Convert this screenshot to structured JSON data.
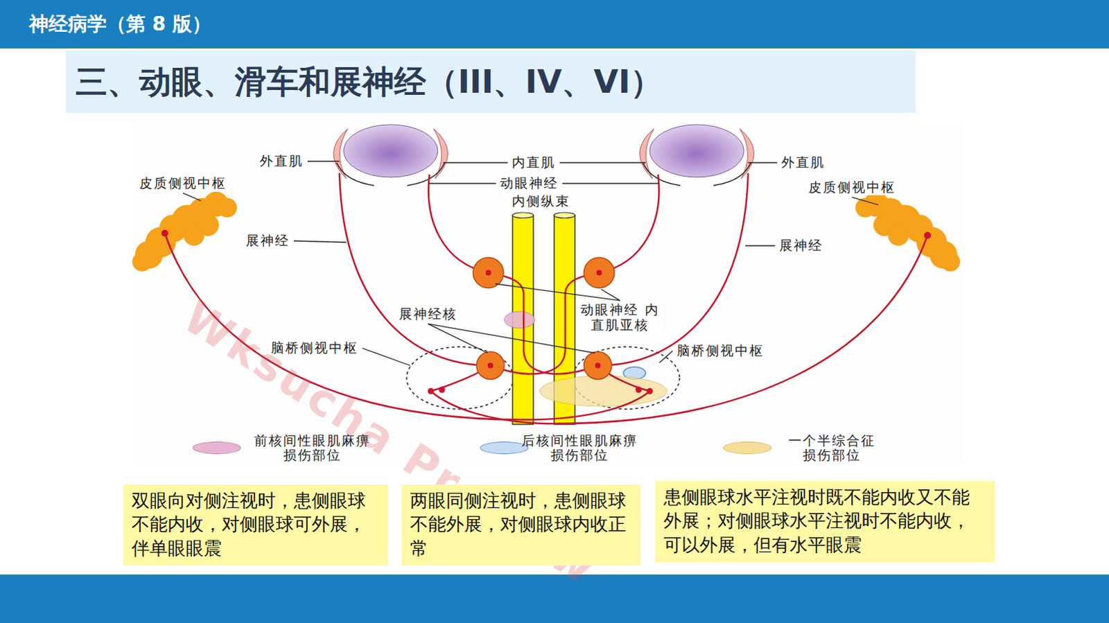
{
  "diagram": {
    "title": "三、动眼、滑车和展神经（III、IV、VI）",
    "nodes": [
      {
        "text": [
          "双眼向对侧注视时，患侧眼球不能内收，对侧眼球可外展，伴单眼眼震"
        ]
      },
      {
        "text": [
          "两眼同侧注视时，患侧眼球不能外展，对侧眼球内收正常"
        ]
      },
      {
        "text": [
          "患侧眼球水平注视时既不能内收又不能外展；对侧眼球水平注视时不能内收，可以外展，但有水平眼震"
        ]
      }
    ],
    "labels": [
      "神经病学（第 8 版）",
      "外直肌",
      "内直肌",
      "外直肌",
      "皮质侧视中枢",
      "动眼神经",
      "皮质侧视中枢",
      "内侧纵束",
      "展神经",
      "展神经",
      "展神经核",
      "动眼神经 内直肌亚核",
      "脑桥侧视中枢",
      "脑桥侧视中枢",
      "Wksucha Preview"
    ],
    "legend": [
      {
        "text": "前核间性眼肌麻痹 损伤部位",
        "color": "#e8b4d4"
      },
      {
        "text": "后核间性眼肌麻痹 损伤部位",
        "color": "#c6dcf2"
      },
      {
        "text": "一个半综合征 损伤部位",
        "color": "#f5df98"
      }
    ]
  }
}
